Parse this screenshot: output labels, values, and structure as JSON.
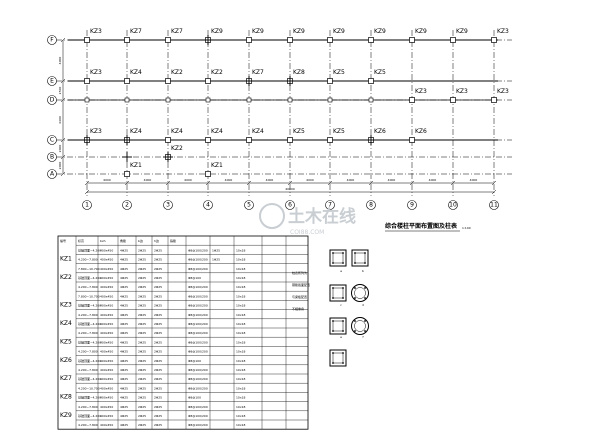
{
  "drawing": {
    "plan_title": "综合楼柱平面布置图及柱表",
    "plan_scale": "1:100",
    "overall_dim": "40000",
    "bay_dims": [
      "4000",
      "4000",
      "4000",
      "4000",
      "4000",
      "4000",
      "4000",
      "4000",
      "4000",
      "4000"
    ],
    "left_dims": [
      "4000",
      "2500",
      "4400",
      "2000",
      "2000"
    ],
    "col_axes": [
      "1",
      "2",
      "3",
      "4",
      "5",
      "6",
      "7",
      "8",
      "9",
      "10",
      "11"
    ],
    "row_axes": [
      "F",
      "E",
      "D",
      "C",
      "B",
      "A"
    ],
    "column_tags": [
      {
        "label": "KZ3",
        "row": "F",
        "col": 1
      },
      {
        "label": "KZ7",
        "row": "F",
        "col": 2
      },
      {
        "label": "KZ7",
        "row": "F",
        "col": 3
      },
      {
        "label": "KZ9",
        "row": "F",
        "col": 4
      },
      {
        "label": "KZ9",
        "row": "F",
        "col": 5
      },
      {
        "label": "KZ9",
        "row": "F",
        "col": 6
      },
      {
        "label": "KZ9",
        "row": "F",
        "col": 7
      },
      {
        "label": "KZ9",
        "row": "F",
        "col": 8
      },
      {
        "label": "KZ9",
        "row": "F",
        "col": 9
      },
      {
        "label": "KZ9",
        "row": "F",
        "col": 10
      },
      {
        "label": "KZ3",
        "row": "F",
        "col": 11
      },
      {
        "label": "KZ3",
        "row": "E",
        "col": 1
      },
      {
        "label": "KZ4",
        "row": "E",
        "col": 2
      },
      {
        "label": "KZ2",
        "row": "E",
        "col": 3
      },
      {
        "label": "KZ2",
        "row": "E",
        "col": 4
      },
      {
        "label": "KZ7",
        "row": "E",
        "col": 5
      },
      {
        "label": "KZ8",
        "row": "E",
        "col": 6
      },
      {
        "label": "KZ5",
        "row": "E",
        "col": 7
      },
      {
        "label": "KZ5",
        "row": "E",
        "col": 8
      },
      {
        "label": "KZ3",
        "row": "D",
        "col": 9
      },
      {
        "label": "KZ3",
        "row": "D",
        "col": 10
      },
      {
        "label": "KZ3",
        "row": "D",
        "col": 11
      },
      {
        "label": "KZ3",
        "row": "C",
        "col": 1
      },
      {
        "label": "KZ4",
        "row": "C",
        "col": 2
      },
      {
        "label": "KZ4",
        "row": "C",
        "col": 3
      },
      {
        "label": "KZ4",
        "row": "C",
        "col": 4
      },
      {
        "label": "KZ4",
        "row": "C",
        "col": 5
      },
      {
        "label": "KZ5",
        "row": "C",
        "col": 6
      },
      {
        "label": "KZ5",
        "row": "C",
        "col": 7
      },
      {
        "label": "KZ6",
        "row": "C",
        "col": 8
      },
      {
        "label": "KZ6",
        "row": "C",
        "col": 9
      },
      {
        "label": "KZ2",
        "row": "B",
        "col": 3
      },
      {
        "label": "KZ1",
        "row": "A",
        "col": 2
      },
      {
        "label": "KZ1",
        "row": "A",
        "col": 4
      }
    ],
    "table": {
      "header": [
        "编号",
        "标高",
        "bxh",
        "角筋",
        "b边",
        "h边",
        "箍筋",
        "节点核心区",
        "备注"
      ],
      "rows": [
        [
          "",
          "基础顶面~4.200",
          "400x450",
          "4Φ25",
          "2Φ25",
          "2Φ25",
          "Φ8@100/200",
          "1Φ25",
          "10x18"
        ],
        [
          "KZ1",
          "4.200~7.800",
          "400x450",
          "4Φ25",
          "2Φ25",
          "2Φ25",
          "Φ8@100/200",
          "1Φ25",
          "10x18"
        ],
        [
          "",
          "7.800~10.700",
          "400x450",
          "4Φ25",
          "2Φ25",
          "2Φ25",
          "Φ8@100/200",
          "",
          "10x18"
        ],
        [
          "KZ2",
          "基础顶面~4.200",
          "400x450",
          "4Φ25",
          "2Φ25",
          "2Φ25",
          "Φ8@100",
          "",
          "10x18"
        ],
        [
          "",
          "4.200~7.800",
          "400x450",
          "4Φ25",
          "2Φ25",
          "2Φ25",
          "Φ8@100/200",
          "",
          "10x18"
        ],
        [
          "",
          "7.800~10.700",
          "400x450",
          "4Φ25",
          "2Φ25",
          "2Φ25",
          "Φ8@100/200",
          "",
          "10x18"
        ],
        [
          "KZ3",
          "基础顶面~4.200",
          "400x450",
          "4Φ25",
          "2Φ25",
          "2Φ25",
          "Φ8@100/200",
          "",
          "10x18"
        ],
        [
          "",
          "4.200~7.800",
          "400x450",
          "4Φ25",
          "2Φ25",
          "2Φ25",
          "Φ8@100/200",
          "",
          "10x18"
        ],
        [
          "KZ4",
          "基础顶面~4.200",
          "400x450",
          "4Φ25",
          "2Φ25",
          "2Φ25",
          "Φ8@100/200",
          "",
          "10x18"
        ],
        [
          "",
          "4.200~7.800",
          "400x450",
          "4Φ25",
          "2Φ25",
          "2Φ25",
          "Φ8@100/200",
          "",
          "10x18"
        ],
        [
          "KZ5",
          "基础顶面~4.200",
          "400x450",
          "4Φ25",
          "2Φ25",
          "2Φ25",
          "Φ8@100/200",
          "",
          "10x18"
        ],
        [
          "",
          "4.200~7.800",
          "400x450",
          "4Φ25",
          "2Φ25",
          "2Φ25",
          "Φ8@100/200",
          "",
          "10x18"
        ],
        [
          "KZ6",
          "基础顶面~4.200",
          "400x450",
          "4Φ25",
          "2Φ25",
          "2Φ25",
          "Φ8@100",
          "",
          "10x18"
        ],
        [
          "",
          "4.200~7.800",
          "400x450",
          "4Φ25",
          "2Φ25",
          "2Φ25",
          "Φ8@100/200",
          "",
          "10x18"
        ],
        [
          "KZ7",
          "基础顶面~4.200",
          "400x450",
          "4Φ25",
          "2Φ25",
          "2Φ25",
          "Φ8@100/200",
          "",
          "10x18"
        ],
        [
          "",
          "4.200~10.700",
          "400x450",
          "4Φ25",
          "2Φ25",
          "2Φ25",
          "Φ8@100/200",
          "",
          "10x18"
        ],
        [
          "KZ8",
          "基础顶面~4.200",
          "400x450",
          "4Φ25",
          "2Φ25",
          "2Φ25",
          "Φ8@100",
          "",
          "10x18"
        ],
        [
          "",
          "4.200~7.800",
          "400x450",
          "4Φ25",
          "2Φ25",
          "2Φ25",
          "Φ8@100/200",
          "",
          "10x18"
        ],
        [
          "KZ9",
          "基础顶面~4.200",
          "400x450",
          "4Φ25",
          "2Φ25",
          "2Φ25",
          "Φ8@100/200",
          "",
          "10x18"
        ],
        [
          "",
          "4.200~7.800",
          "400x450",
          "4Φ25",
          "2Φ25",
          "2Φ25",
          "Φ8@100/200",
          "",
          "10x18"
        ]
      ]
    },
    "notes": [
      "柱表所列为",
      "钢筋截面配置",
      "与梁板配置",
      "不相重叠"
    ],
    "section_types": [
      "a",
      "b",
      "c",
      "d",
      "e",
      "f"
    ],
    "watermark": "土木在线",
    "watermark_sub": "COI88.COM"
  }
}
